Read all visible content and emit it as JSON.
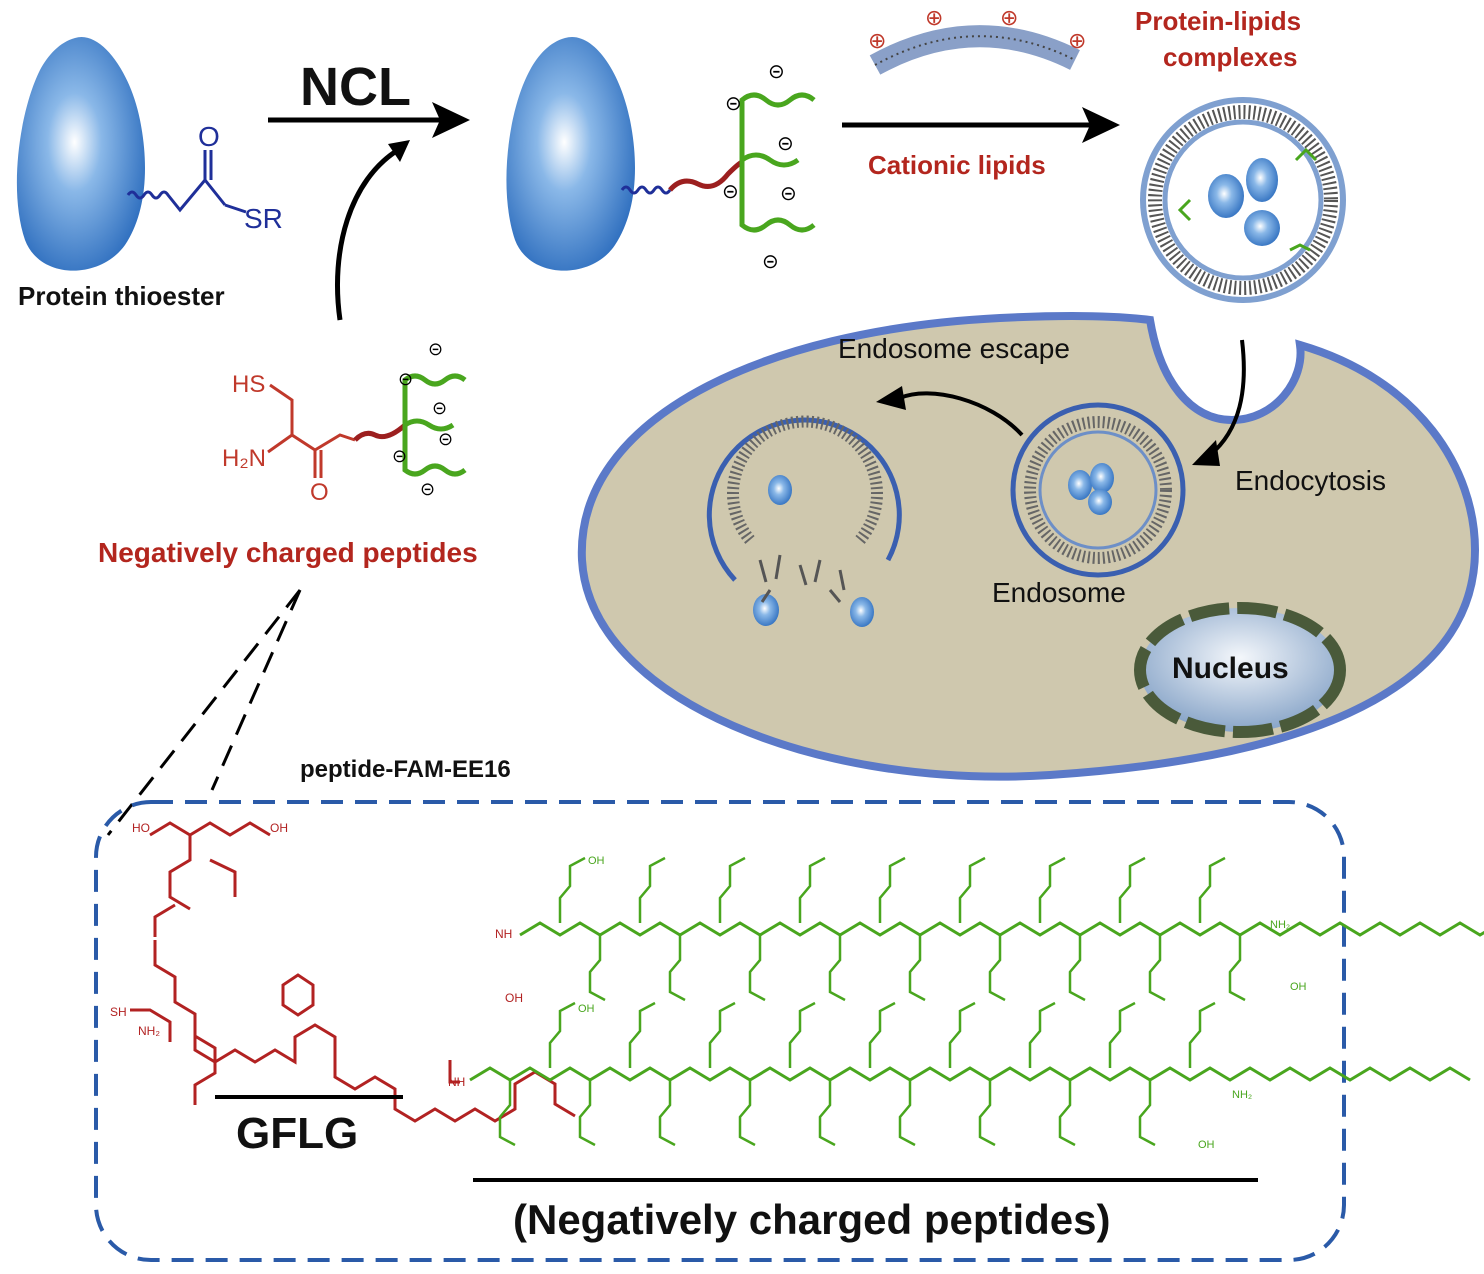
{
  "labels": {
    "ncl": "NCL",
    "protein_thioester": "Protein thioester",
    "sr": "SR",
    "thioester_o": "O",
    "cationic_lipids": "Cationic lipids",
    "complexes_line1": "Protein-lipids",
    "complexes_line2": "complexes",
    "endosome_escape": "Endosome escape",
    "endocytosis": "Endocytosis",
    "endosome": "Endosome",
    "nucleus": "Nucleus",
    "neg_peptides": "Negatively charged peptides",
    "peptide_name": "peptide-FAM-EE16",
    "gflg": "GFLG",
    "neg_peptides_paren": "(Negatively charged peptides)",
    "hs": "HS",
    "h2n": "H₂N",
    "carbonyl_o": "O"
  },
  "chem_labels": {
    "oh": "OH",
    "nh": "NH",
    "h": "H",
    "n": "N",
    "o": "O",
    "nh2": "NH₂",
    "sh": "SH",
    "ho": "HO"
  },
  "symbols": {
    "plus": "⊕",
    "minus": "⊝"
  },
  "colors": {
    "protein": "#3d84cf",
    "linker_blue": "#1f2f99",
    "linker_red": "#b21e1e",
    "peptide_green": "#49a61e",
    "label_red": "#b3261e",
    "cell_fill": "#cfc8ae",
    "cell_border": "#5b79c8",
    "nucleus_border": "#4a5a3a",
    "nucleus_fill": "#8aa6c8",
    "dashed_box": "#2a5aa8"
  }
}
